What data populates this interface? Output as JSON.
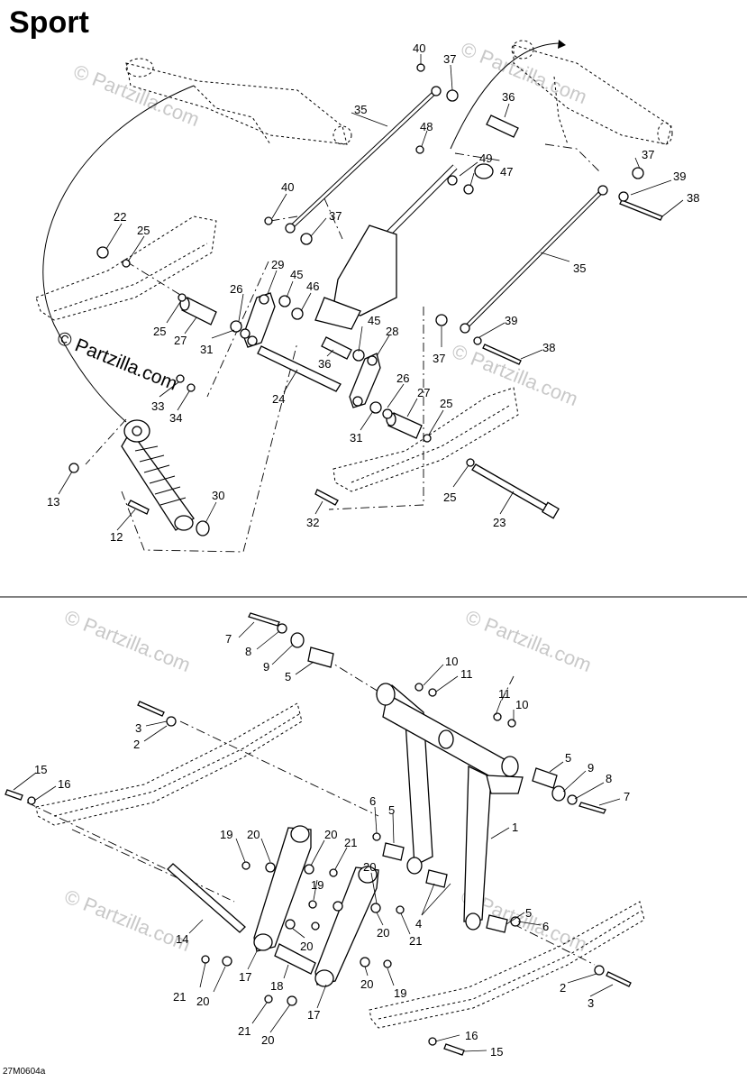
{
  "title": "Sport",
  "diagram_code": "27M0604a",
  "watermark": {
    "dark": "© Partzilla.com",
    "light": "© Partzilla.com"
  },
  "callouts": [
    {
      "n": "40"
    },
    {
      "n": "37"
    },
    {
      "n": "35"
    },
    {
      "n": "36"
    },
    {
      "n": "48"
    },
    {
      "n": "49"
    },
    {
      "n": "47"
    },
    {
      "n": "37"
    },
    {
      "n": "39"
    },
    {
      "n": "38"
    },
    {
      "n": "40"
    },
    {
      "n": "37"
    },
    {
      "n": "22"
    },
    {
      "n": "25"
    },
    {
      "n": "29"
    },
    {
      "n": "45"
    },
    {
      "n": "46"
    },
    {
      "n": "26"
    },
    {
      "n": "35"
    },
    {
      "n": "25"
    },
    {
      "n": "27"
    },
    {
      "n": "31"
    },
    {
      "n": "45"
    },
    {
      "n": "28"
    },
    {
      "n": "39"
    },
    {
      "n": "37"
    },
    {
      "n": "38"
    },
    {
      "n": "36"
    },
    {
      "n": "33"
    },
    {
      "n": "34"
    },
    {
      "n": "24"
    },
    {
      "n": "26"
    },
    {
      "n": "27"
    },
    {
      "n": "25"
    },
    {
      "n": "31"
    },
    {
      "n": "13"
    },
    {
      "n": "30"
    },
    {
      "n": "25"
    },
    {
      "n": "23"
    },
    {
      "n": "32"
    },
    {
      "n": "12"
    },
    {
      "n": "7"
    },
    {
      "n": "8"
    },
    {
      "n": "9"
    },
    {
      "n": "5"
    },
    {
      "n": "10"
    },
    {
      "n": "11"
    },
    {
      "n": "11"
    },
    {
      "n": "10"
    },
    {
      "n": "3"
    },
    {
      "n": "2"
    },
    {
      "n": "15"
    },
    {
      "n": "16"
    },
    {
      "n": "5"
    },
    {
      "n": "9"
    },
    {
      "n": "8"
    },
    {
      "n": "7"
    },
    {
      "n": "6"
    },
    {
      "n": "5"
    },
    {
      "n": "1"
    },
    {
      "n": "19"
    },
    {
      "n": "20"
    },
    {
      "n": "20"
    },
    {
      "n": "21"
    },
    {
      "n": "19"
    },
    {
      "n": "20"
    },
    {
      "n": "4"
    },
    {
      "n": "5"
    },
    {
      "n": "6"
    },
    {
      "n": "20"
    },
    {
      "n": "21"
    },
    {
      "n": "14"
    },
    {
      "n": "20"
    },
    {
      "n": "17"
    },
    {
      "n": "21"
    },
    {
      "n": "20"
    },
    {
      "n": "18"
    },
    {
      "n": "20"
    },
    {
      "n": "19"
    },
    {
      "n": "2"
    },
    {
      "n": "3"
    },
    {
      "n": "21"
    },
    {
      "n": "20"
    },
    {
      "n": "17"
    },
    {
      "n": "16"
    },
    {
      "n": "15"
    }
  ]
}
